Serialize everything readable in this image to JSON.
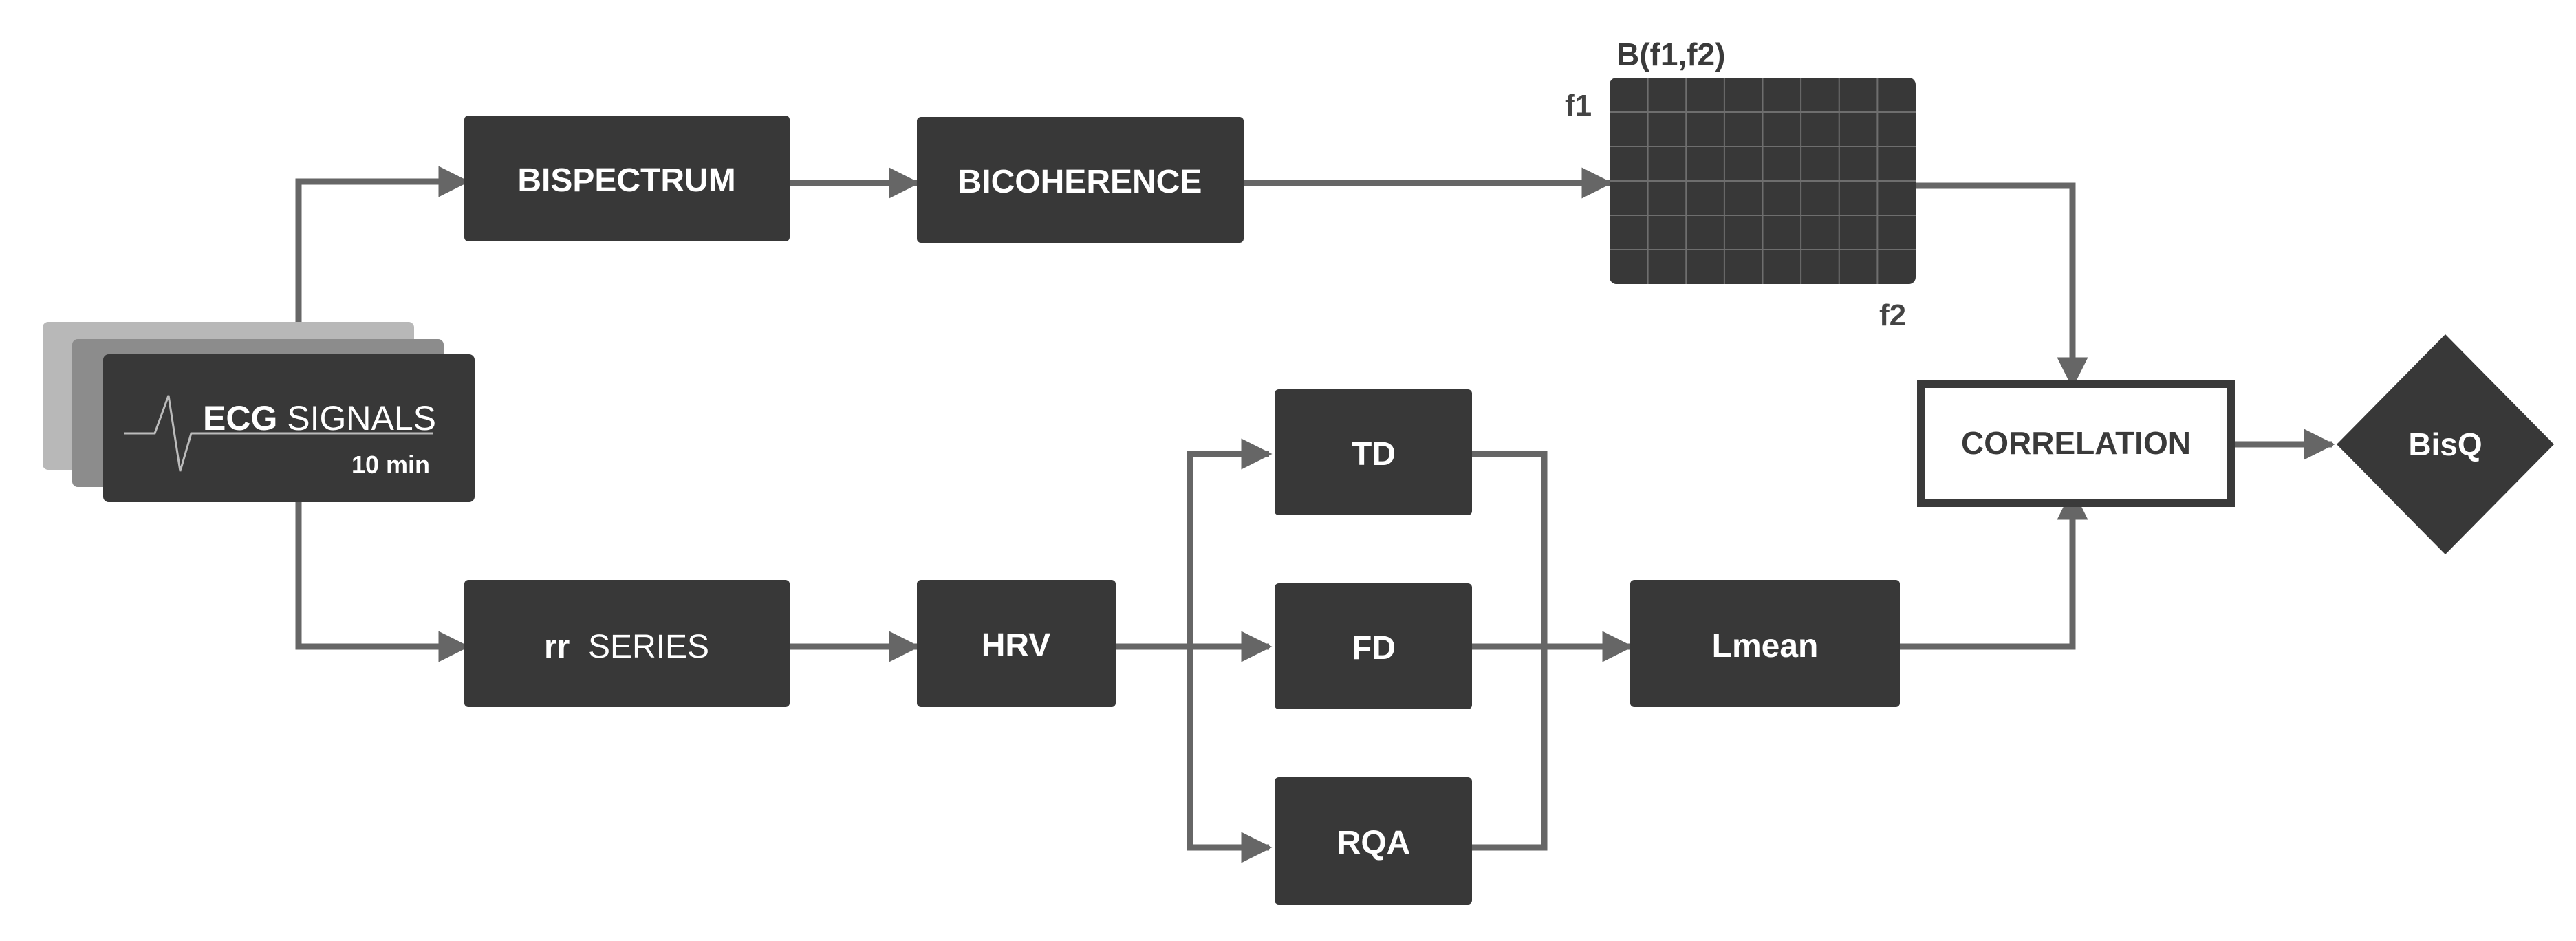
{
  "nodes": {
    "ecg_signals": {
      "label_bold": "ECG",
      "label_rest": " SIGNALS",
      "duration": "10 min"
    },
    "bispectrum": {
      "label": "BISPECTRUM"
    },
    "bicoherence": {
      "label": "BICOHERENCE"
    },
    "bispectrum_map": {
      "title": "B(f1,f2)",
      "axis_y": "f1",
      "axis_x": "f2"
    },
    "rr_series": {
      "label_bold": "rr",
      "label_rest": "  SERIES"
    },
    "hrv": {
      "label": "HRV"
    },
    "td": {
      "label": "TD"
    },
    "fd": {
      "label": "FD"
    },
    "rqa": {
      "label": "RQA"
    },
    "lmean": {
      "label": "Lmean"
    },
    "correlation": {
      "label": "CORRELATION"
    },
    "bisq": {
      "label": "BisQ"
    }
  },
  "colors": {
    "box_fill": "#383838",
    "arrow": "#666666",
    "stack_light": "#b8b8b8",
    "stack_mid": "#8c8c8c",
    "correlation_border": "#3a3a3a"
  }
}
